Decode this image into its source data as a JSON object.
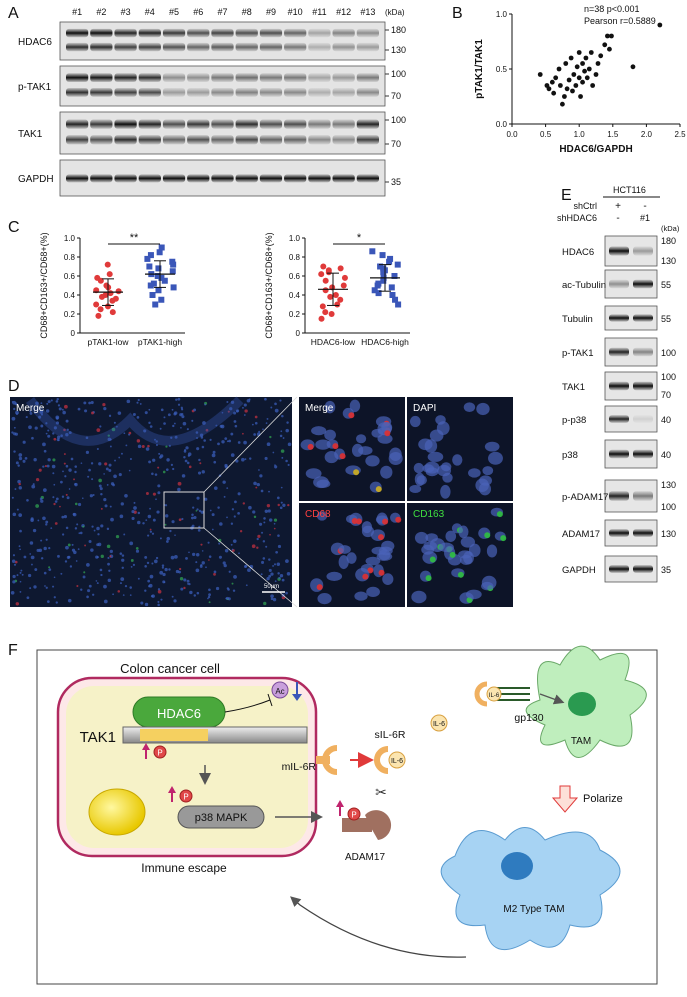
{
  "panels": {
    "A": "A",
    "B": "B",
    "C": "C",
    "D": "D",
    "E": "E",
    "F": "F"
  },
  "blotA": {
    "lanes": [
      "#1",
      "#2",
      "#3",
      "#4",
      "#5",
      "#6",
      "#7",
      "#8",
      "#9",
      "#10",
      "#11",
      "#12",
      "#13"
    ],
    "unit": "(kDa)",
    "rows": [
      {
        "label": "HDAC6",
        "markers": [
          "180",
          "130"
        ]
      },
      {
        "label": "p-TAK1",
        "markers": [
          "100",
          "70"
        ]
      },
      {
        "label": "TAK1",
        "markers": [
          "100",
          "70"
        ]
      },
      {
        "label": "GAPDH",
        "markers": [
          "35"
        ]
      }
    ]
  },
  "blotE": {
    "cell_line": "HCT116",
    "row1_label": "shCtrl",
    "row2_label": "shHDAC6",
    "row1_values": [
      "+",
      "-"
    ],
    "row2_values": [
      "-",
      "#1"
    ],
    "unit": "(kDa)",
    "rows": [
      {
        "label": "HDAC6",
        "markers": [
          "180",
          "130"
        ]
      },
      {
        "label": "ac-Tubulin",
        "markers": [
          "55"
        ]
      },
      {
        "label": "Tubulin",
        "markers": [
          "55"
        ]
      },
      {
        "label": "p-TAK1",
        "markers": [
          "100"
        ]
      },
      {
        "label": "TAK1",
        "markers": [
          "100",
          "70"
        ]
      },
      {
        "label": "p-p38",
        "markers": [
          "40"
        ]
      },
      {
        "label": "p38",
        "markers": [
          "40"
        ]
      },
      {
        "label": "p-ADAM17",
        "markers": [
          "130",
          "100"
        ]
      },
      {
        "label": "ADAM17",
        "markers": [
          "130"
        ]
      },
      {
        "label": "GAPDH",
        "markers": [
          "35"
        ]
      }
    ]
  },
  "chart_data": [
    {
      "type": "scatter",
      "xlabel": "HDAC6/GAPDH",
      "ylabel": "pTAK1/TAK1",
      "xlim": [
        0,
        2.5
      ],
      "ylim": [
        0,
        1.0
      ],
      "xticks": [
        "0.0",
        "0.5",
        "1.0",
        "1.5",
        "2.0",
        "2.5"
      ],
      "yticks": [
        "0.0",
        "0.5",
        "1.0"
      ],
      "annotation_lines": [
        "n=38  p<0.001",
        "Pearson r=0.5889"
      ],
      "x": [
        0.42,
        0.52,
        0.55,
        0.6,
        0.62,
        0.65,
        0.7,
        0.72,
        0.75,
        0.78,
        0.8,
        0.82,
        0.85,
        0.88,
        0.9,
        0.92,
        0.95,
        0.97,
        1.0,
        1.0,
        1.02,
        1.05,
        1.05,
        1.08,
        1.1,
        1.12,
        1.15,
        1.18,
        1.2,
        1.25,
        1.28,
        1.32,
        1.38,
        1.42,
        1.45,
        1.48,
        1.8,
        2.2
      ],
      "y": [
        0.45,
        0.35,
        0.32,
        0.38,
        0.28,
        0.42,
        0.5,
        0.35,
        0.18,
        0.25,
        0.55,
        0.32,
        0.4,
        0.6,
        0.3,
        0.45,
        0.35,
        0.52,
        0.65,
        0.42,
        0.25,
        0.38,
        0.55,
        0.48,
        0.6,
        0.42,
        0.5,
        0.65,
        0.35,
        0.45,
        0.55,
        0.62,
        0.72,
        0.8,
        0.68,
        0.8,
        0.52,
        0.9
      ]
    },
    {
      "type": "scatter",
      "ylabel": "CD68+CD163+/CD68+(%)",
      "ylim": [
        0,
        1.0
      ],
      "yticks": [
        "0",
        "0.2",
        "0.4",
        "0.6",
        "0.8",
        "1.0"
      ],
      "categories": [
        "pTAK1-low",
        "pTAK1-high"
      ],
      "significance": "**",
      "series": [
        {
          "color": "#e03a3a",
          "values": [
            0.72,
            0.62,
            0.58,
            0.55,
            0.5,
            0.48,
            0.45,
            0.44,
            0.42,
            0.4,
            0.38,
            0.36,
            0.34,
            0.3,
            0.28,
            0.25,
            0.22,
            0.18
          ],
          "mean": 0.43,
          "sd": 0.14
        },
        {
          "color": "#3a56b8",
          "values": [
            0.9,
            0.85,
            0.82,
            0.78,
            0.75,
            0.72,
            0.7,
            0.68,
            0.65,
            0.62,
            0.6,
            0.58,
            0.55,
            0.52,
            0.5,
            0.48,
            0.45,
            0.4,
            0.35,
            0.3
          ],
          "mean": 0.62,
          "sd": 0.14
        }
      ]
    },
    {
      "type": "scatter",
      "ylabel": "CD68+CD163+/CD68+(%)",
      "ylim": [
        0,
        1.0
      ],
      "yticks": [
        "0",
        "0.2",
        "0.4",
        "0.6",
        "0.8",
        "1.0"
      ],
      "categories": [
        "HDAC6-low",
        "HDAC6-high"
      ],
      "significance": "*",
      "series": [
        {
          "color": "#e03a3a",
          "values": [
            0.7,
            0.68,
            0.66,
            0.64,
            0.62,
            0.58,
            0.55,
            0.5,
            0.48,
            0.45,
            0.4,
            0.38,
            0.35,
            0.3,
            0.28,
            0.22,
            0.2,
            0.15
          ],
          "mean": 0.46,
          "sd": 0.17
        },
        {
          "color": "#3a56b8",
          "values": [
            0.86,
            0.82,
            0.78,
            0.75,
            0.72,
            0.7,
            0.68,
            0.66,
            0.64,
            0.6,
            0.58,
            0.55,
            0.52,
            0.5,
            0.48,
            0.45,
            0.42,
            0.4,
            0.35,
            0.3
          ],
          "mean": 0.58,
          "sd": 0.14
        }
      ]
    }
  ],
  "panelD": {
    "merge_main": "Merge",
    "scale": "50μm",
    "tiles": [
      "Merge",
      "DAPI",
      "CD68",
      "CD163"
    ]
  },
  "panelF": {
    "cell_title": "Colon cancer cell",
    "hdac6": "HDAC6",
    "tak1": "TAK1",
    "ac": "Ac",
    "p": "P",
    "p38": "p38 MAPK",
    "adam17": "ADAM17",
    "mil6r": "mIL-6R",
    "sil6r": "sIL-6R",
    "il6": "IL-6",
    "gp130": "gp130",
    "tam": "TAM",
    "polarize": "Polarize",
    "m2": "M2 Type TAM",
    "immune": "Immune escape"
  },
  "colors": {
    "red": "#e03a3a",
    "blue": "#3a56b8",
    "magenta": "#c0246e",
    "hdac6_green": "#4aa83c",
    "cell_fill": "#f6f2c8",
    "cell_border": "#b02a60",
    "tam_fill": "#bfeebd",
    "m2_fill": "#a7d3f3",
    "adam_brown": "#a07060",
    "receptor_orange": "#f0b060"
  }
}
